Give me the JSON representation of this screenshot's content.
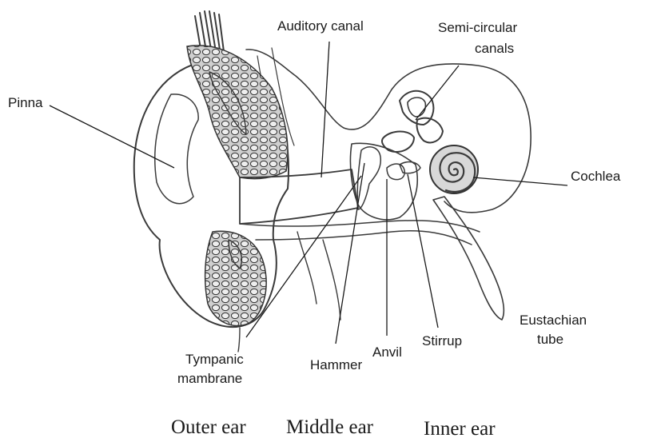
{
  "labels": {
    "pinna": "Pinna",
    "auditory_canal": "Auditory canal",
    "semicircular_1": "Semi-circular",
    "semicircular_2": "canals",
    "cochlea": "Cochlea",
    "tympanic_1": "Tympanic",
    "tympanic_2": "mambrane",
    "hammer": "Hammer",
    "anvil": "Anvil",
    "stirrup": "Stirrup",
    "eustachian_1": "Eustachian",
    "eustachian_2": "tube"
  },
  "regions": {
    "outer": "Outer ear",
    "middle": "Middle ear",
    "inner": "Inner ear"
  },
  "colors": {
    "sketch": "#3a3a3a",
    "shade": "#d9d9d9",
    "cell_fill": "#bdbdbd",
    "text": "#1a1a1a"
  }
}
